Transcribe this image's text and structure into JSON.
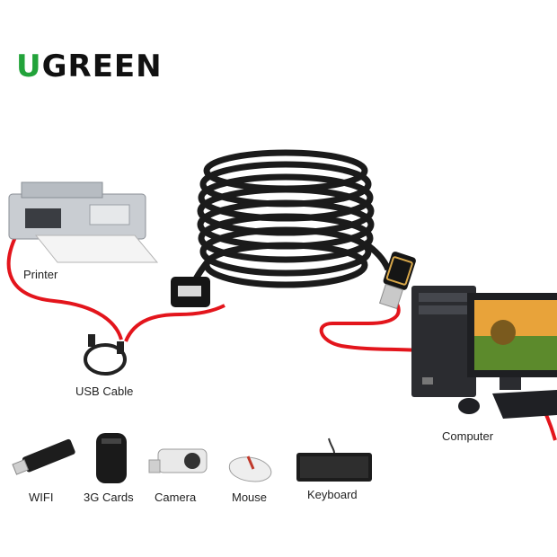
{
  "brand": {
    "logo_first": "U",
    "logo_rest": "GREEN",
    "accent": "#22a33a"
  },
  "devices": {
    "printer": "Printer",
    "usb_cable": "USB Cable",
    "computer": "Computer"
  },
  "peripherals": {
    "wifi": "WIFI",
    "cards": "3G Cards",
    "camera": "Camera",
    "mouse": "Mouse",
    "keyboard": "Keyboard"
  },
  "colors": {
    "wire": "#e3151c",
    "cable": "#1b1b1b",
    "plug": "#d9a84a"
  }
}
